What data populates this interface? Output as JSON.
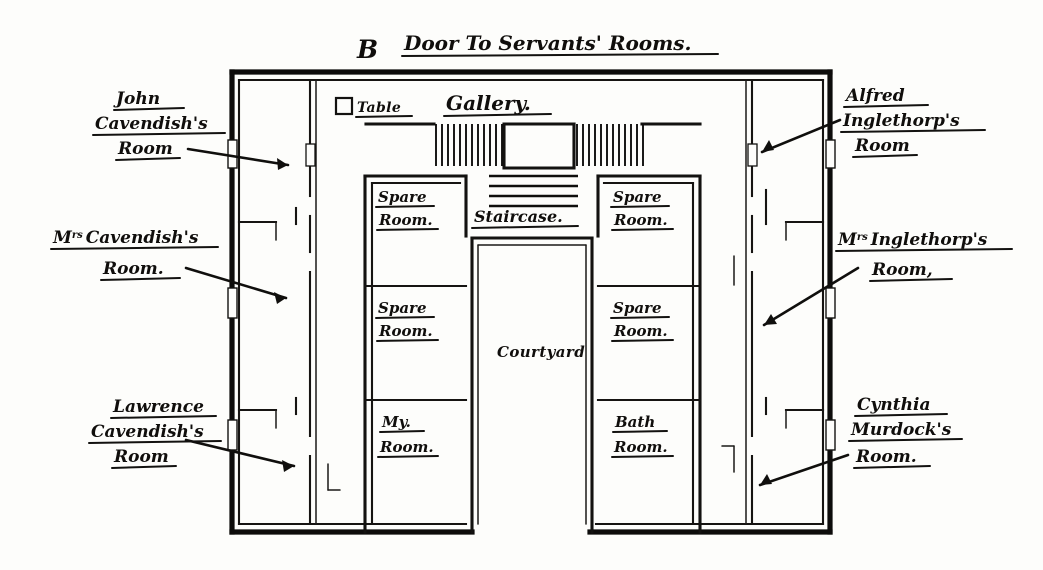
{
  "diagram": {
    "title_top": "Door To Servants' Rooms.",
    "marker_b": "B",
    "courtyard_label": "Courtyard",
    "gallery_label": "Gallery.",
    "staircase_label": "Staircase.",
    "table_label": "Table",
    "ink_color": "#100e0c",
    "paper_color": "#fdfdfb"
  },
  "left_rooms": [
    {
      "id": "john-cavendish",
      "line1": "John",
      "line2": "Cavendish's",
      "line3": "Room"
    },
    {
      "id": "mrs-cavendish",
      "line1": "M",
      "line1_sup": "rs",
      "line1_rest": "Cavendish's",
      "line2": "Room."
    },
    {
      "id": "lawrence-cavendish",
      "line1": "Lawrence",
      "line2": "Cavendish's",
      "line3": "Room"
    }
  ],
  "right_rooms": [
    {
      "id": "alfred-inglethorp",
      "line1": "Alfred",
      "line2": "Inglethorp's",
      "line3": "Room"
    },
    {
      "id": "mrs-inglethorp",
      "line1": "M",
      "line1_sup": "rs",
      "line1_rest": "Inglethorp's",
      "line2": "Room,"
    },
    {
      "id": "cynthia-murdock",
      "line1": "Cynthia",
      "line2": "Murdock's",
      "line3": "Room."
    }
  ],
  "inner_rooms": [
    {
      "id": "spare-room-left-1",
      "line1": "Spare",
      "line2": "Room."
    },
    {
      "id": "spare-room-left-2",
      "line1": "Spare",
      "line2": "Room."
    },
    {
      "id": "my-room",
      "line1": "My.",
      "line2": "Room."
    },
    {
      "id": "spare-room-right-1",
      "line1": "Spare",
      "line2": "Room."
    },
    {
      "id": "spare-room-right-2",
      "line1": "Spare",
      "line2": "Room."
    },
    {
      "id": "bath-room",
      "line1": "Bath",
      "line2": "Room."
    }
  ]
}
